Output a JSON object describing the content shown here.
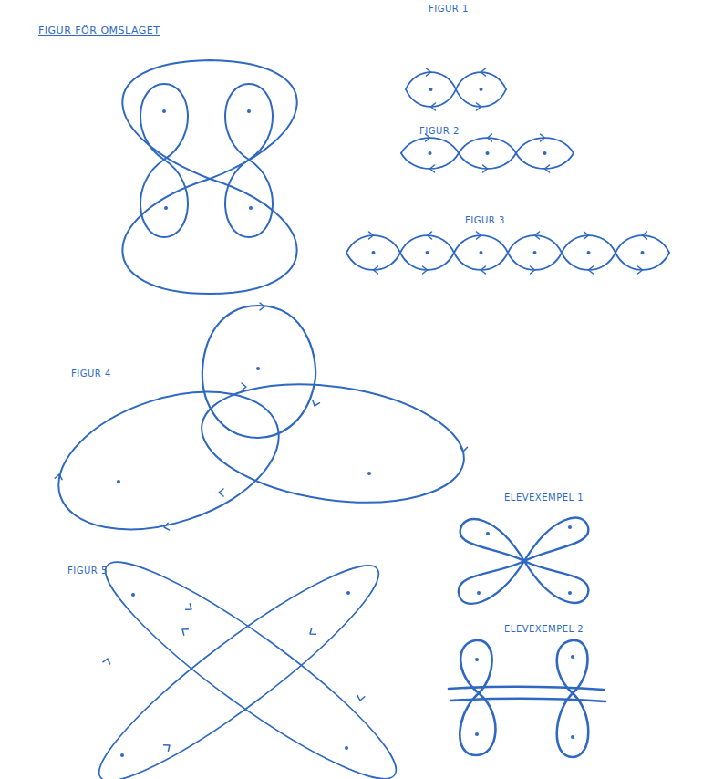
{
  "diagram": {
    "title": "FIGUR FÖR OMSLAGET",
    "labels": [
      "FIGUR 1",
      "FIGUR 2",
      "FIGUR 3",
      "FIGUR 4",
      "FIGUR 5",
      "ELEVEXEMPEL 1",
      "ELEVEXEMPEL 2"
    ]
  }
}
